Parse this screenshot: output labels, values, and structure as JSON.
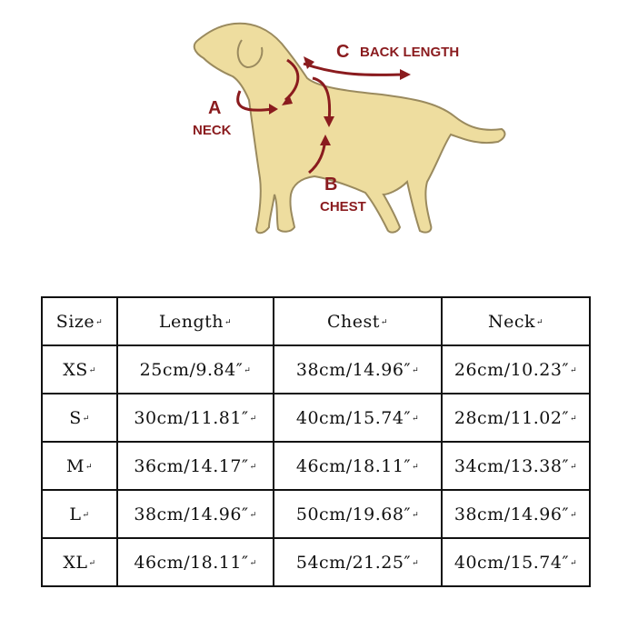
{
  "diagram": {
    "labels": {
      "c_letter": "C",
      "c_text": "BACK LENGTH",
      "a_letter": "A",
      "a_text": "NECK",
      "b_letter": "B",
      "b_text": "CHEST"
    },
    "colors": {
      "arrow": "#8a1b1e",
      "dog_fill": "#eedd9f",
      "dog_outline": "#9a8a5e"
    }
  },
  "table": {
    "headers": [
      "Size",
      "Length",
      "Chest",
      "Neck"
    ],
    "rows": [
      [
        "XS",
        "25cm/9.84″",
        "38cm/14.96″",
        "26cm/10.23″"
      ],
      [
        "S",
        "30cm/11.81″",
        "40cm/15.74″",
        "28cm/11.02″"
      ],
      [
        "M",
        "36cm/14.17″",
        "46cm/18.11″",
        "34cm/13.38″"
      ],
      [
        "L",
        "38cm/14.96″",
        "50cm/19.68″",
        "38cm/14.96″"
      ],
      [
        "XL",
        "46cm/18.11″",
        "54cm/21.25″",
        "40cm/15.74″"
      ]
    ]
  }
}
